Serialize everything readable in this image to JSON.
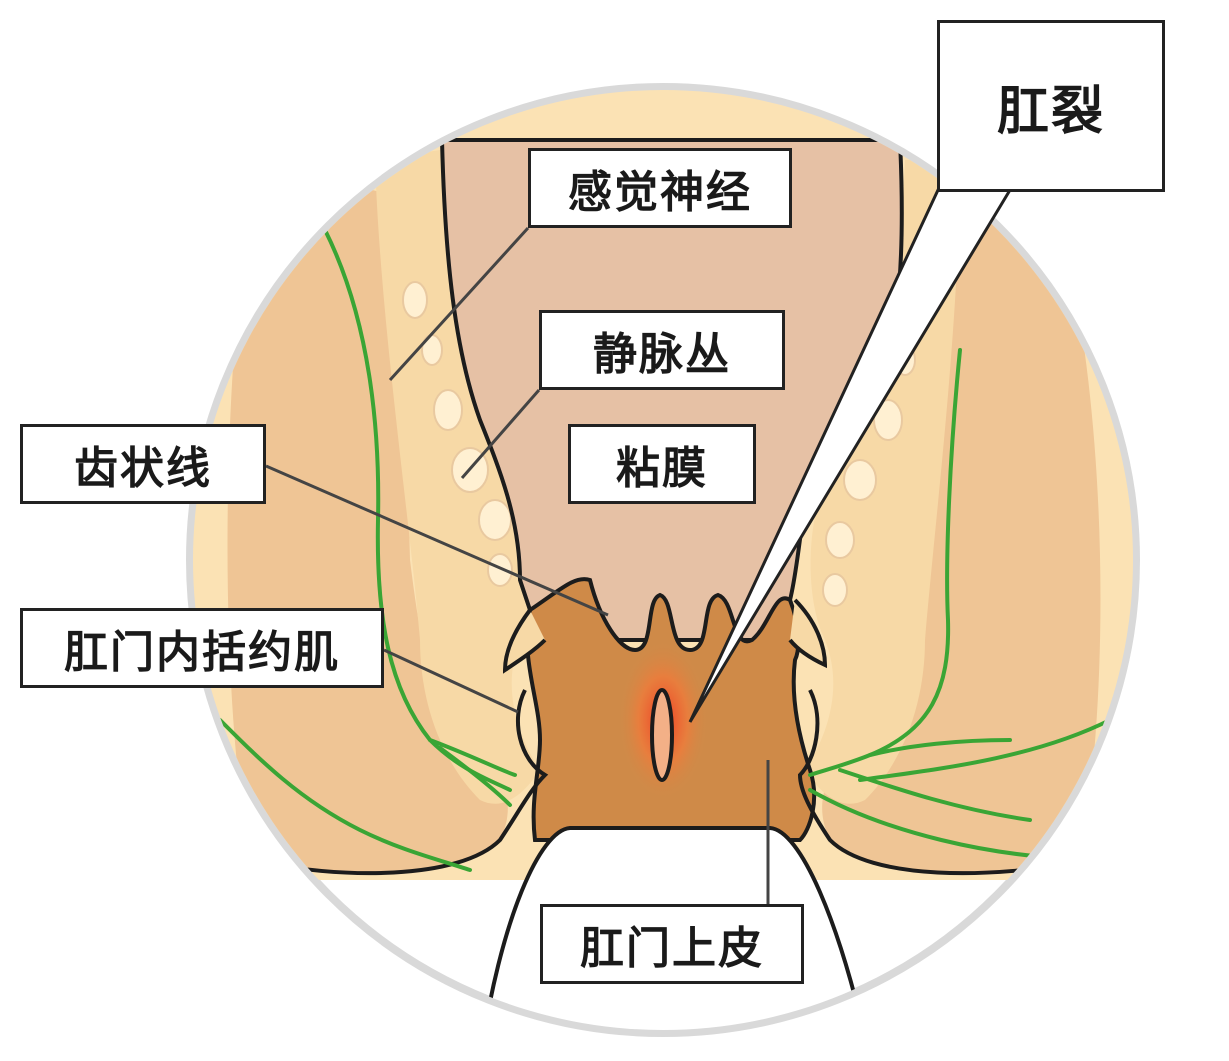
{
  "labels": {
    "anal_fissure": "肛裂",
    "sensory_nerve": "感觉神经",
    "venous_plexus": "静脉丛",
    "mucosa": "粘膜",
    "dentate_line": "齿状线",
    "internal_sphincter": "肛门内括约肌",
    "anoderm": "肛门上皮"
  },
  "colors": {
    "background": "#ffffff",
    "circle_border": "#d9d9d9",
    "outer_tissue": "#fbe2b4",
    "muscle": "#efc595",
    "rectum_mucosa": "#e6c1a5",
    "anal_canal": "#cf8a48",
    "sensory_nerve": "#3aa535",
    "fissure_red": "#e8442a",
    "outline": "#1c1c1c"
  }
}
